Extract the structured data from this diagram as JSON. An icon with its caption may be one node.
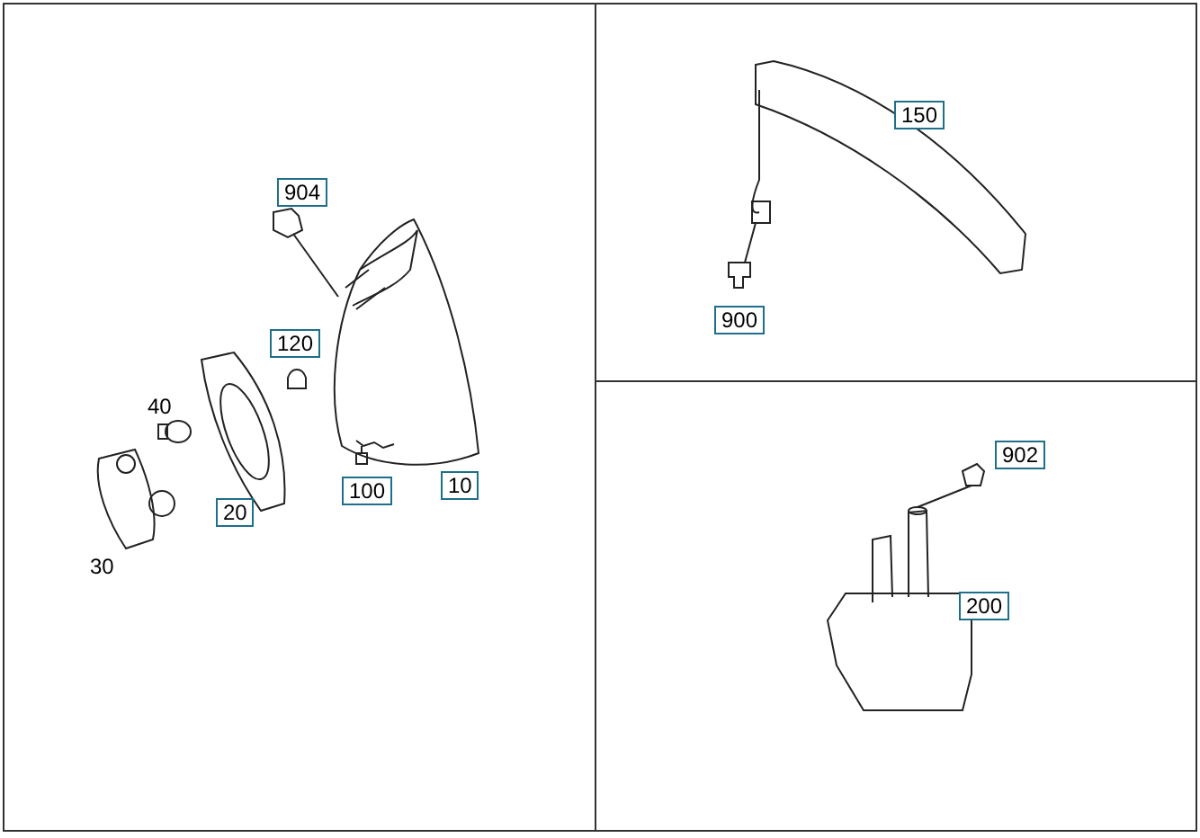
{
  "diagram": {
    "labels": [
      "150",
      "904",
      "900",
      "120",
      "40",
      "902",
      "100",
      "10",
      "20",
      "30",
      "200"
    ]
  }
}
